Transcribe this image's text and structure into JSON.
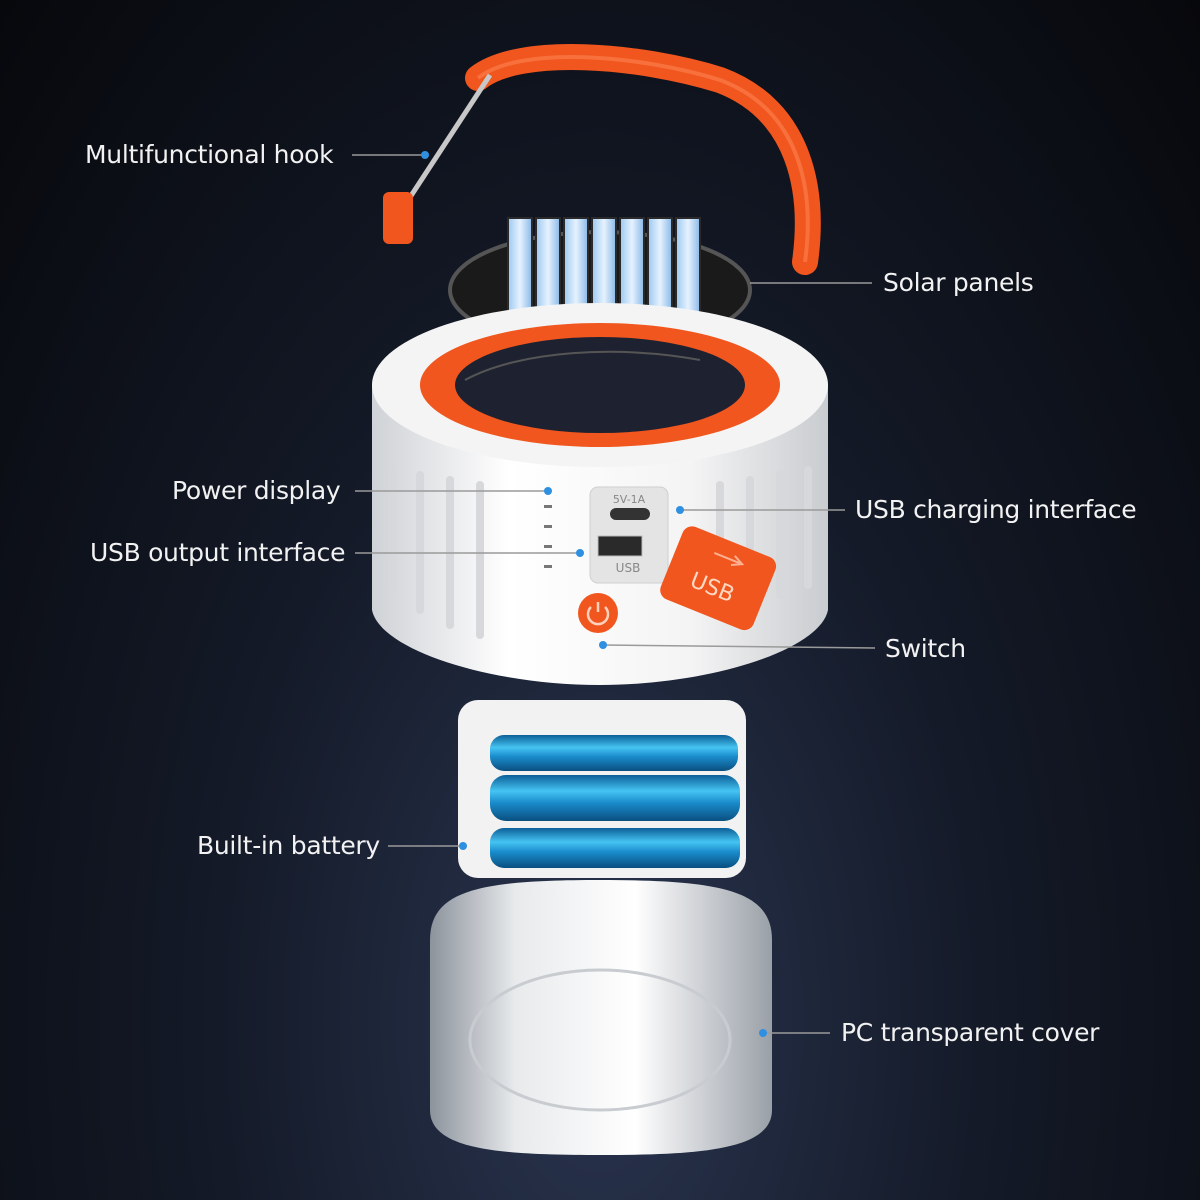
{
  "labels": {
    "hook": "Multifunctional hook",
    "solar": "Solar panels",
    "power_display": "Power display",
    "usb_output": "USB output interface",
    "usb_charging": "USB charging interface",
    "switch": "Switch",
    "battery": "Built-in battery",
    "cover": "PC transparent cover"
  },
  "device": {
    "typec_port_label": "5V-1A",
    "usb_port_label": "USB",
    "usb_cap_label": "USB"
  },
  "colors": {
    "accent_orange": "#f0561e",
    "leader_dot": "#2f8fe0",
    "battery_blue": "#1e8fd0",
    "body_white": "#f2f2f2"
  },
  "icons": [
    "power-icon",
    "usb-symbol-icon"
  ]
}
